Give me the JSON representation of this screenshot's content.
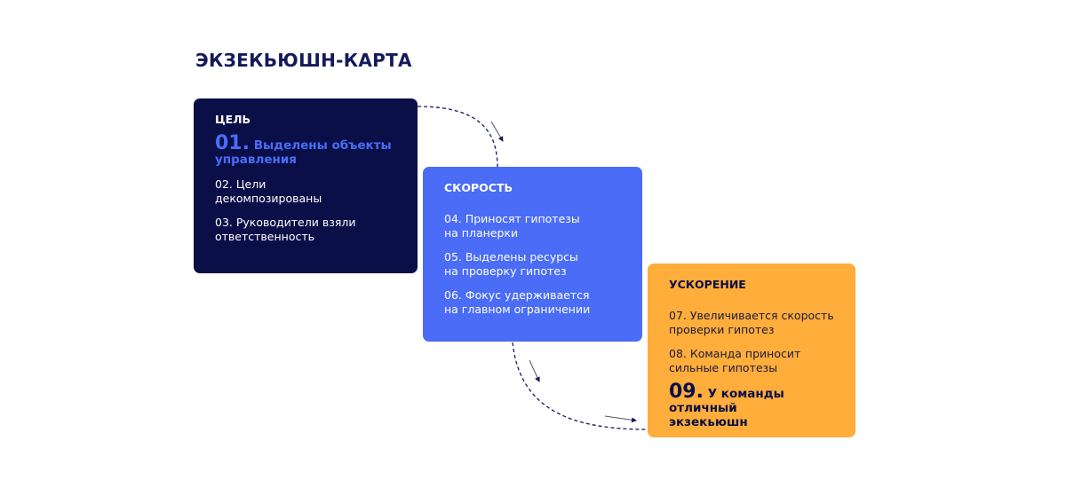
{
  "title": "ЭКЗЕКЬЮШН-КАРТА",
  "cards": {
    "goal": {
      "heading": "ЦЕЛЬ",
      "highlight_num": "01.",
      "highlight_text": "Выделены объекты управления",
      "items": [
        "02. Цели декомпозированы",
        "03. Руководители взяли ответственность"
      ]
    },
    "speed": {
      "heading": "СКОРОСТЬ",
      "items": [
        "04. Приносят гипотезы на планерки",
        "05. Выделены ресурсы на проверку гипотез",
        "06. Фокус удерживается на главном ограничении"
      ]
    },
    "acceleration": {
      "heading": "УСКОРЕНИЕ",
      "items": [
        "07. Увеличивается скорость проверки гипотез",
        "08. Команда приносит сильные гипотезы"
      ],
      "highlight_num": "09.",
      "highlight_text": "У команды отличный экзекьюшн"
    }
  },
  "colors": {
    "navy": "#0a0f48",
    "blue": "#4a6cf7",
    "orange": "#ffad3b"
  }
}
